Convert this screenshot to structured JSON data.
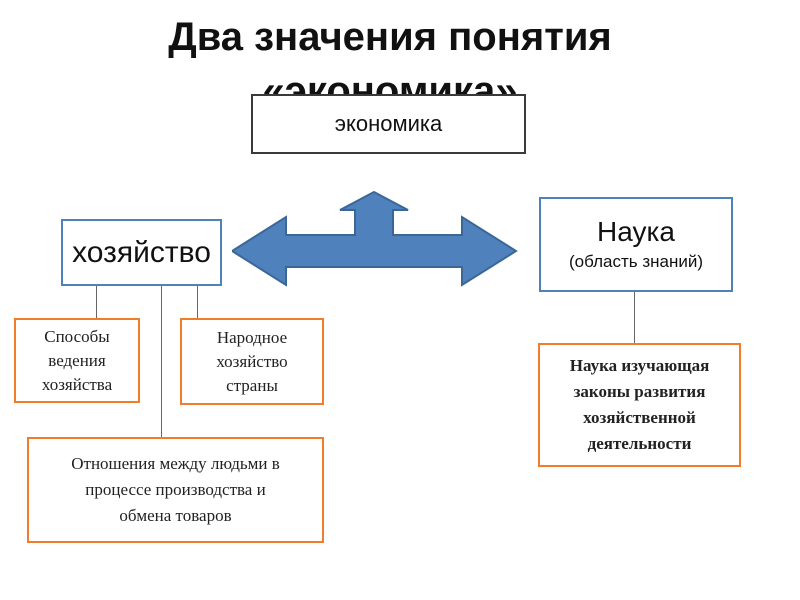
{
  "title": {
    "line1": "Два значения понятия",
    "line2": "«экономика»"
  },
  "nodes": {
    "economika": "экономика",
    "hozyaystvo": "хозяйство",
    "nauka": {
      "main": "Наука",
      "sub": "(область знаний)"
    },
    "sposoby": [
      "Способы",
      "ведения",
      "хозяйства"
    ],
    "narodnoe": [
      "Народное",
      "хозяйство",
      "страны"
    ],
    "otnosheniya": [
      "Отношения между людьми в",
      "процессе производства и",
      "обмена товаров"
    ],
    "nauka_study": [
      "Наука изучающая",
      "законы развития",
      "хозяйственной",
      "деятельности"
    ]
  },
  "colors": {
    "arrow_fill": "#4f81bd",
    "arrow_stroke": "#3b6797",
    "blue_border": "#4f81bd",
    "orange_border": "#f07c2c"
  }
}
